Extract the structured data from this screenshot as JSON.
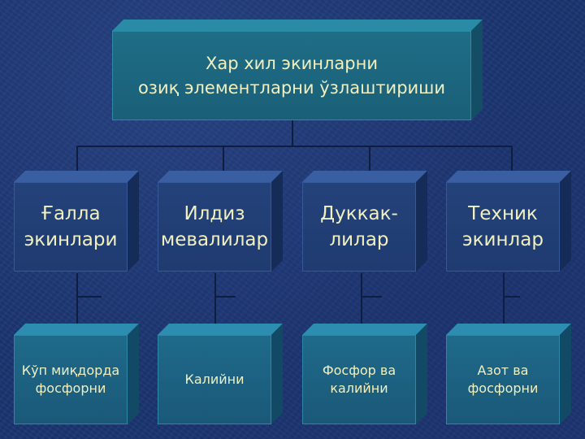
{
  "title": "Хар хил экинларни\nозиқ элементларни ўзлаштириши",
  "categories": [
    {
      "label": "Ғалла\nэкинлари"
    },
    {
      "label": "Илдиз\nмевалилар"
    },
    {
      "label": "Дуккак-\nлилар"
    },
    {
      "label": "Техник\nэкинлар"
    }
  ],
  "nutrients": [
    {
      "label": "Кўп миқдорда\nфосфорни"
    },
    {
      "label": "Калийни"
    },
    {
      "label": "Фосфор ва\nкалийни"
    },
    {
      "label": "Азот ва\nфосфорни"
    }
  ],
  "colors": {
    "background": "#1b3470",
    "title_box": "#1f6d86",
    "category_box": "#24427a",
    "nutrient_box": "#1f6a8a",
    "text": "#f0f0c0",
    "connector": "#0f1e40"
  }
}
